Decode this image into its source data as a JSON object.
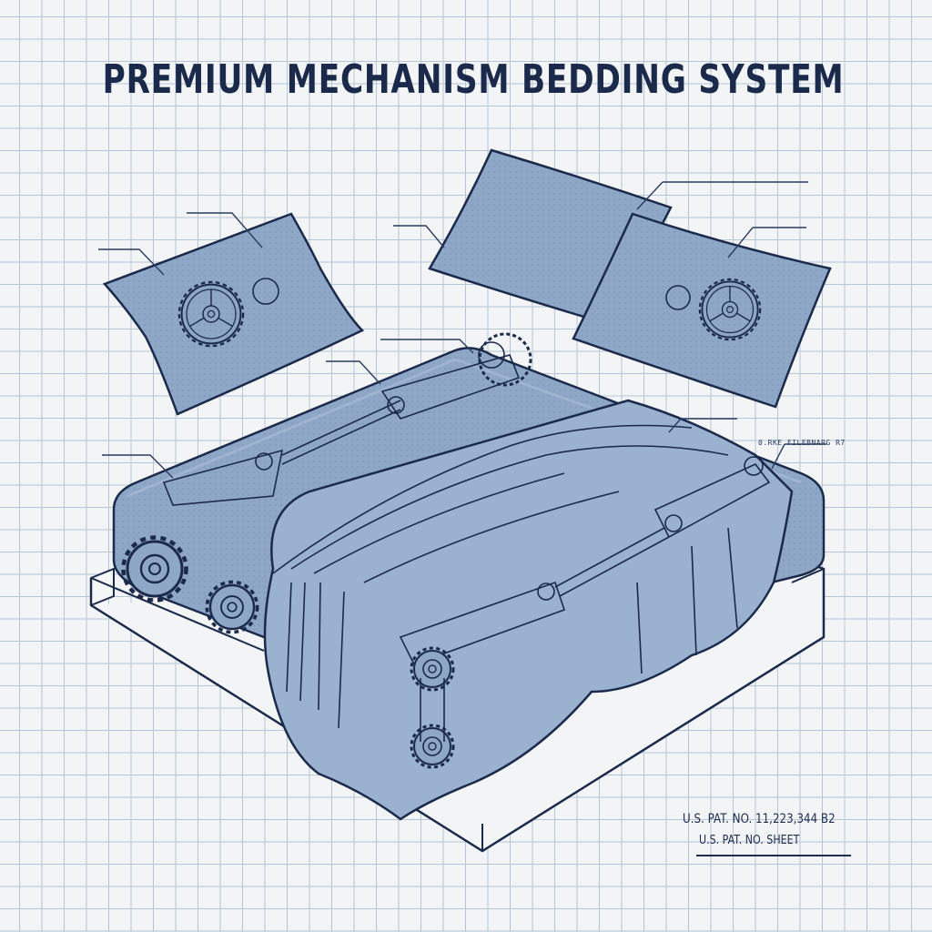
{
  "title": "PREMIUM MECHANISM BEDDING SYSTEM",
  "annotations": {
    "right_label": "0.RKE FILEBNARG R7",
    "patent_number": "U.S. PAT. NO. 11,223,344 B2",
    "patent_sheet": "U.S. PAT. NO. SHEET"
  },
  "components": [
    {
      "name": "left-pillow",
      "detail": "gear-mechanism-embroidery"
    },
    {
      "name": "back-pillow",
      "detail": "plain"
    },
    {
      "name": "right-pillow",
      "detail": "gear-mechanism-embroidery"
    },
    {
      "name": "mattress",
      "detail": "corner-gears"
    },
    {
      "name": "fitted-sheet",
      "detail": "draped-with-linkage-mechanisms"
    },
    {
      "name": "bed-base",
      "detail": "platform"
    }
  ],
  "colors": {
    "paper": "#f2f4f6",
    "grid": "#b7c6d6",
    "ink": "#1b2a4a",
    "fabric": "#8fa7c6",
    "fabric_light": "#aabdd6",
    "fabric_shadow": "#6f89ad"
  }
}
